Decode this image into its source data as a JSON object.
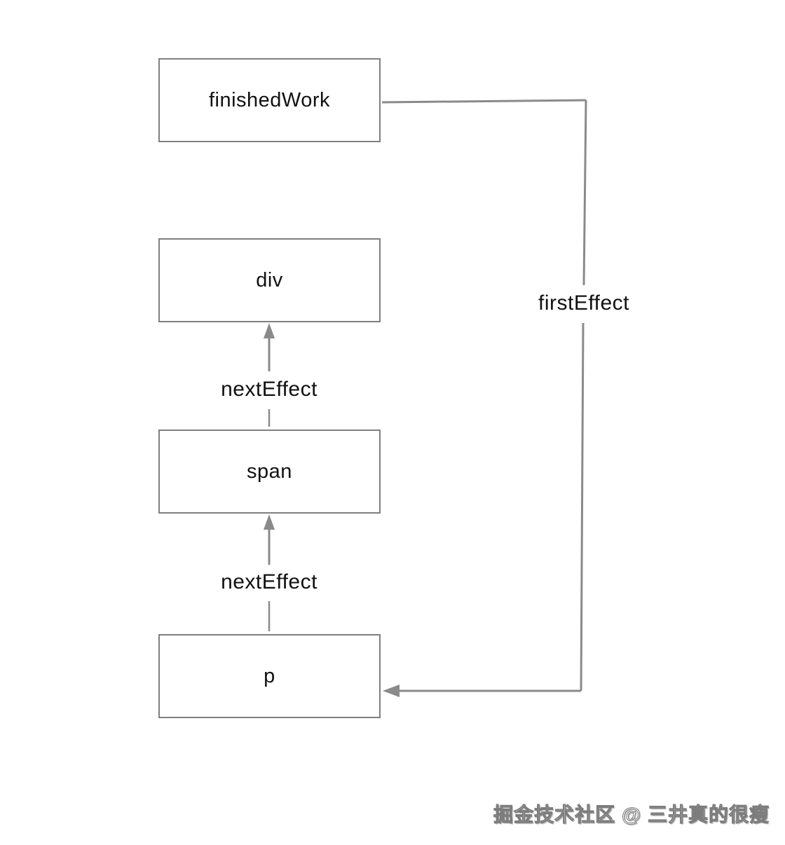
{
  "diagram": {
    "title_implicit": "React effect list diagram",
    "nodes": [
      {
        "id": "finishedWork",
        "label": "finishedWork"
      },
      {
        "id": "div",
        "label": "div"
      },
      {
        "id": "span",
        "label": "span"
      },
      {
        "id": "p",
        "label": "p"
      }
    ],
    "edges": [
      {
        "from": "span",
        "to": "div",
        "label": "nextEffect",
        "style": "solid-arrow-up"
      },
      {
        "from": "p",
        "to": "span",
        "label": "nextEffect",
        "style": "solid-arrow-up"
      },
      {
        "from": "finishedWork",
        "to": "p",
        "label": "firstEffect",
        "style": "right-side-routed-arrow"
      }
    ],
    "colors": {
      "line": "#8a8a8a",
      "box_border": "#7f7f7f",
      "text": "#111111",
      "background": "#ffffff"
    }
  },
  "watermark": {
    "text": "掘金技术社区 @ 三井真的很瘦"
  }
}
